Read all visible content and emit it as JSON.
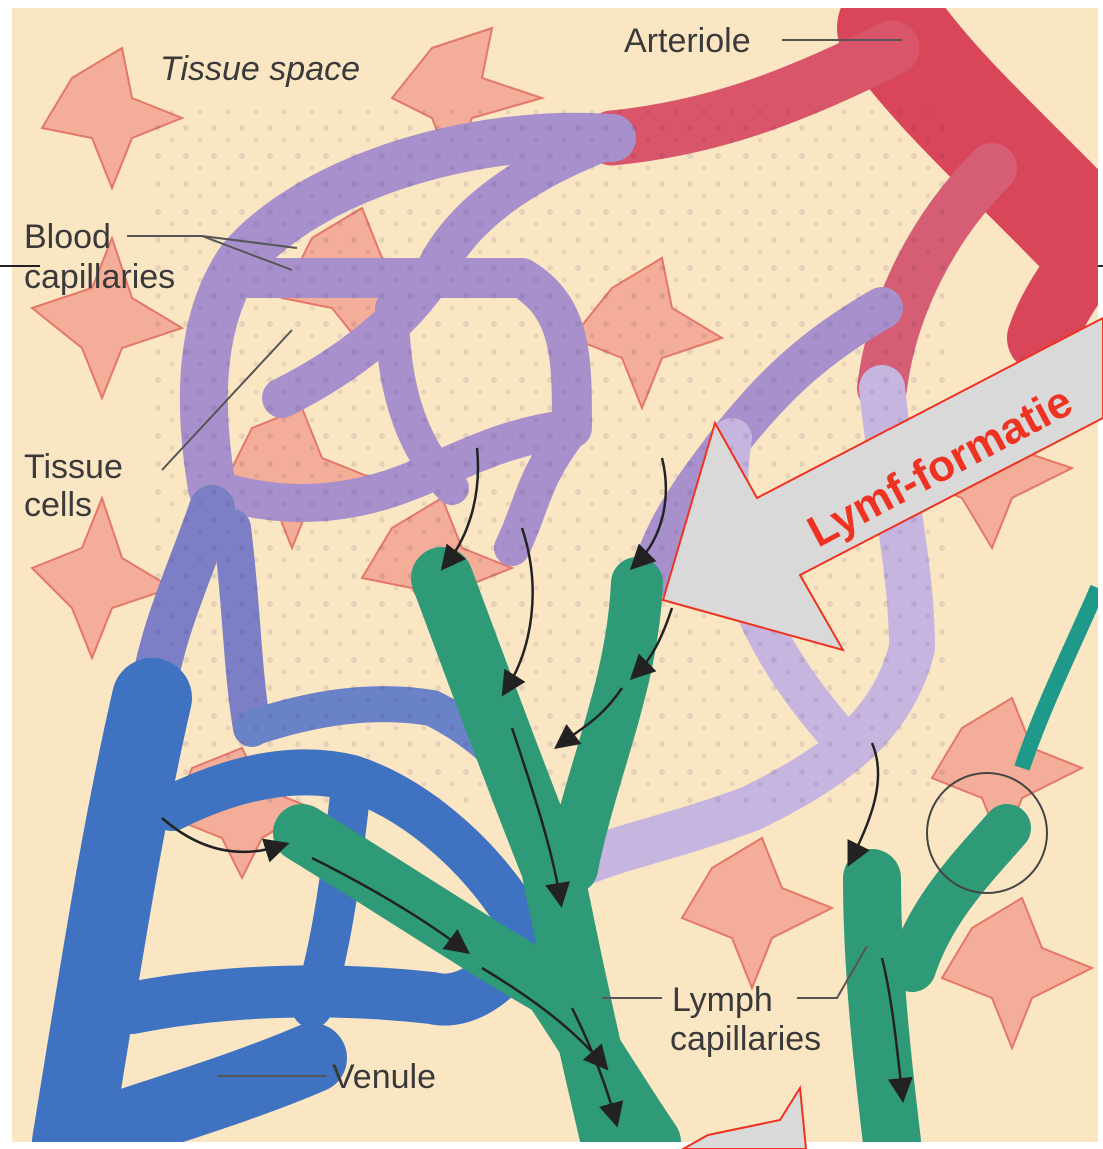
{
  "labels": {
    "tissue_space": "Tissue space",
    "arteriole": "Arteriole",
    "blood_capillaries_1": "Blood",
    "blood_capillaries_2": "capillaries",
    "tissue_cells_1": "Tissue",
    "tissue_cells_2": "cells",
    "lymph_capillaries_1": "Lymph",
    "lymph_capillaries_2": "capillaries",
    "venule": "Venule"
  },
  "callout": {
    "text": "Lymf-formatie"
  },
  "colors": {
    "background": "#fbe6c4",
    "tissue_cells": "#f19a8a",
    "arteriole": "#d9465a",
    "capillary_purple": "#a890cc",
    "venule_blue": "#3f72c0",
    "lymph_green": "#2f9a78",
    "callout_fill": "#d9d9d9",
    "callout_border": "#ee3322"
  }
}
